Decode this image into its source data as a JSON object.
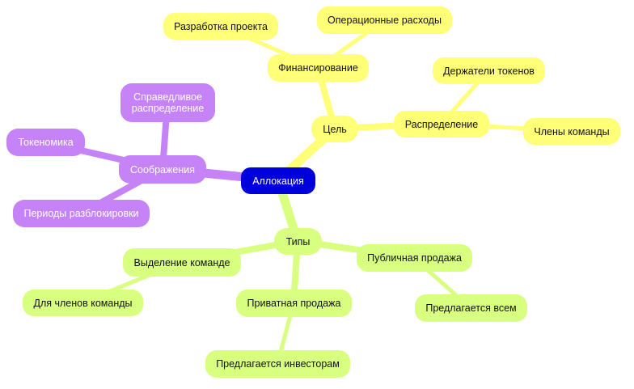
{
  "root": {
    "label": "Аллокация"
  },
  "colors": {
    "root": "#0000dd",
    "goal_branch": "#ffff78",
    "considerations_branch": "#c583f7",
    "types_branch": "#d8ff80"
  },
  "goal": {
    "label": "Цель",
    "financing": {
      "label": "Финансирование",
      "children": [
        "Разработка проекта",
        "Операционные расходы"
      ]
    },
    "distribution": {
      "label": "Распределение",
      "children": [
        "Держатели токенов",
        "Члены команды"
      ]
    }
  },
  "considerations": {
    "label": "Соображения",
    "children": [
      "Справедливое распределение",
      "Токеномика",
      "Периоды разблокировки"
    ]
  },
  "types": {
    "label": "Типы",
    "team_allocation": {
      "label": "Выделение команде",
      "children": [
        "Для членов команды"
      ]
    },
    "private_sale": {
      "label": "Приватная продажа",
      "children": [
        "Предлагается инвесторам"
      ]
    },
    "public_sale": {
      "label": "Публичная продажа",
      "children": [
        "Предлагается всем"
      ]
    }
  }
}
